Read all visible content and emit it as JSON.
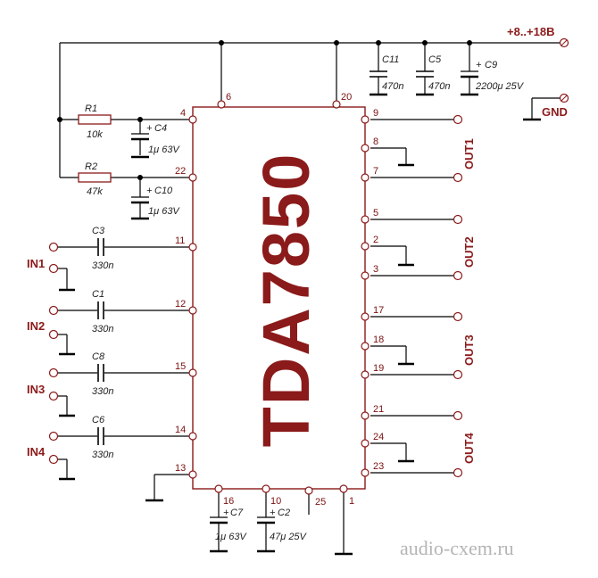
{
  "chip": {
    "label": "TDA7850"
  },
  "power": {
    "vplus": "+8..+18B",
    "gnd": "GND"
  },
  "inputs": [
    "IN1",
    "IN2",
    "IN3",
    "IN4"
  ],
  "outputs": [
    "OUT1",
    "OUT2",
    "OUT3",
    "OUT4"
  ],
  "pins": {
    "p6": "6",
    "p20": "20",
    "p4": "4",
    "p22": "22",
    "p11": "11",
    "p12": "12",
    "p15": "15",
    "p14": "14",
    "p13": "13",
    "p9": "9",
    "p8": "8",
    "p7": "7",
    "p5": "5",
    "p2": "2",
    "p3": "3",
    "p17": "17",
    "p18": "18",
    "p19": "19",
    "p21": "21",
    "p24": "24",
    "p23": "23",
    "p16": "16",
    "p10": "10",
    "p25": "25",
    "p1": "1"
  },
  "components": {
    "R1": {
      "name": "R1",
      "value": "10k"
    },
    "R2": {
      "name": "R2",
      "value": "47k"
    },
    "C4": {
      "name": "C4",
      "value": "1μ 63V"
    },
    "C10": {
      "name": "C10",
      "value": "1μ 63V"
    },
    "C3": {
      "name": "C3",
      "value": "330n"
    },
    "C1": {
      "name": "C1",
      "value": "330n"
    },
    "C8": {
      "name": "C8",
      "value": "330n"
    },
    "C6": {
      "name": "C6",
      "value": "330n"
    },
    "C11": {
      "name": "C11",
      "value": "470n"
    },
    "C5": {
      "name": "C5",
      "value": "470n"
    },
    "C9": {
      "name": "C9",
      "value": "2200μ 25V"
    },
    "C7": {
      "name": "C7",
      "value": "1μ 63V"
    },
    "C2": {
      "name": "C2",
      "value": "47μ 25V"
    }
  },
  "plus_sign": "+",
  "watermark": "audio-cxem.ru"
}
